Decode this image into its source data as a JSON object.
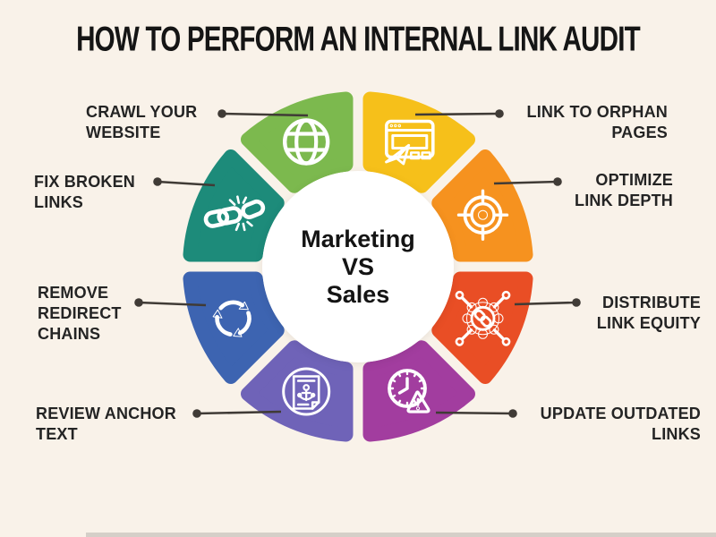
{
  "title": "HOW TO PERFORM AN INTERNAL LINK AUDIT",
  "center": {
    "line1": "Marketing",
    "line2": "VS",
    "line3": "Sales"
  },
  "colors": {
    "background": "#f9f2e9",
    "title_text": "#151515",
    "label_text": "#242424",
    "connector": "#403b36",
    "center_circle": "#ffffff",
    "center_text": "#141414",
    "icon_stroke": "#ffffff",
    "bottom_strip": "#d5cfc8"
  },
  "segments": [
    {
      "id": "link-to-orphan-pages",
      "label": "LINK TO ORPHAN\nPAGES",
      "color": "#f6c01a",
      "icon": "browser-paper-plane-icon",
      "side": "right"
    },
    {
      "id": "optimize-link-depth",
      "label": "OPTIMIZE\nLINK DEPTH",
      "color": "#f6921f",
      "icon": "target-icon",
      "side": "right"
    },
    {
      "id": "distribute-link-equity",
      "label": "DISTRIBUTE\nLINK EQUITY",
      "color": "#e94e25",
      "icon": "gear-link-network-icon",
      "side": "right"
    },
    {
      "id": "update-outdated-links",
      "label": "UPDATE OUTDATED\nLINKS",
      "color": "#a23d9f",
      "icon": "clock-warning-icon",
      "side": "right"
    },
    {
      "id": "review-anchor-text",
      "label": "REVIEW ANCHOR\nTEXT",
      "color": "#6f63b8",
      "icon": "document-anchor-icon",
      "side": "left"
    },
    {
      "id": "remove-redirect-chains",
      "label": "REMOVE\nREDIRECT\nCHAINS",
      "color": "#3d64b1",
      "icon": "refresh-arrows-icon",
      "side": "left"
    },
    {
      "id": "fix-broken-links",
      "label": "FIX BROKEN\nLINKS",
      "color": "#1d8b7a",
      "icon": "broken-chain-icon",
      "side": "left"
    },
    {
      "id": "crawl-your-website",
      "label": "CRAWL YOUR\nWEBSITE",
      "color": "#7cb94e",
      "icon": "globe-icon",
      "side": "left"
    }
  ]
}
